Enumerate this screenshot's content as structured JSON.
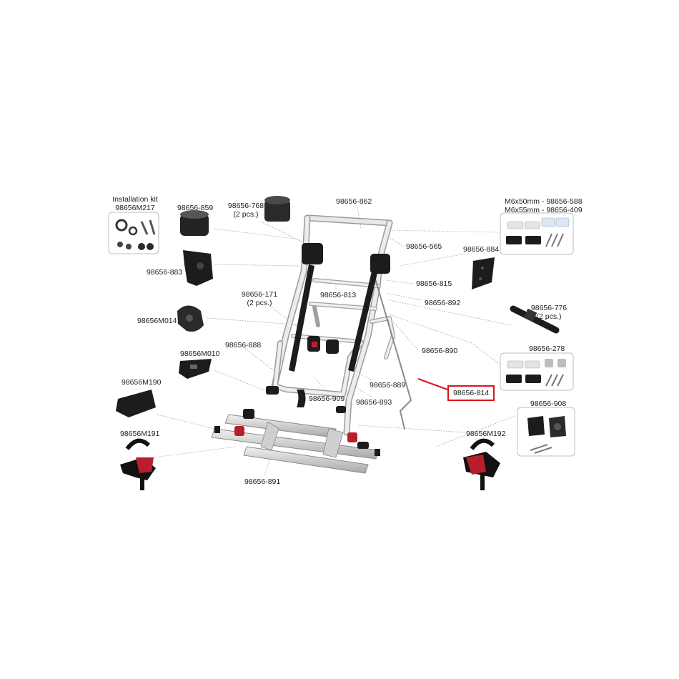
{
  "labels": {
    "kit_title": "Installation kit",
    "kit_code": "98656M217",
    "p859": "98656-859",
    "p768": "98656-768",
    "p768_qty": "(2 pcs.)",
    "p862": "98656-862",
    "bolts_line1": "M6x50mm - 98656-588",
    "bolts_line2": "M6x55mm - 98656-409",
    "p565": "98656-565",
    "p884": "98656-884",
    "p883": "98656-883",
    "p815": "98656-815",
    "p813": "98656-813",
    "p892": "98656-892",
    "p171": "98656-171",
    "p171_qty": "(2 pcs.)",
    "p776": "98656-776",
    "p776_qty": "(2 pcs.)",
    "pM014": "98656M014",
    "p888": "98656-888",
    "p890": "98656-890",
    "p278": "98656-278",
    "pM010": "98656M010",
    "pM190": "98656M190",
    "p889": "98656-889",
    "p814": "98656-814",
    "p909": "98656-909",
    "p893": "98656-893",
    "p908": "98656-908",
    "pM191": "98656M191",
    "pM192": "98656M192",
    "p891": "98656-891"
  },
  "colors": {
    "highlight": "#d9161c",
    "part_dark": "#1c1c1c",
    "frame": "#c9c9c9",
    "accent_red": "#b81f2b",
    "leader": "#9a9a9a"
  }
}
